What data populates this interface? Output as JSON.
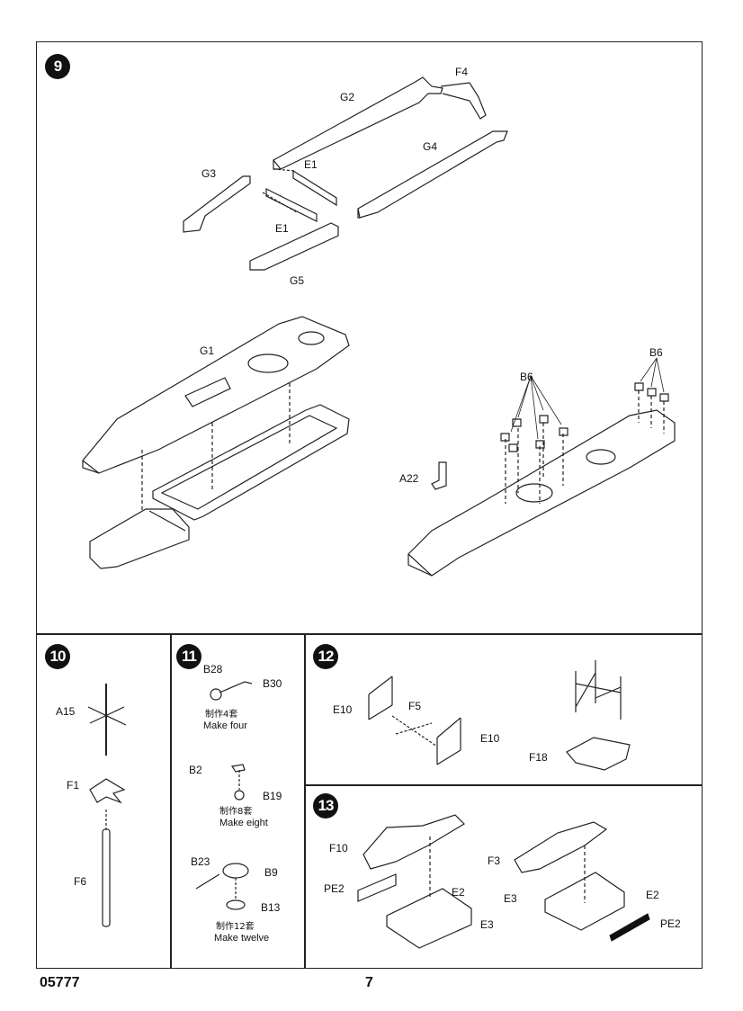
{
  "steps": {
    "s9": {
      "number": "9",
      "labels": {
        "g2": "G2",
        "f4": "F4",
        "e1_top": "E1",
        "g4": "G4",
        "g3": "G3",
        "e1_bottom": "E1",
        "g5": "G5",
        "g1": "G1",
        "b6_a": "B6",
        "b6_b": "B6",
        "a22": "A22"
      }
    },
    "s10": {
      "number": "10",
      "labels": {
        "a15": "A15",
        "f1": "F1",
        "f6": "F6"
      }
    },
    "s11": {
      "number": "11",
      "labels": {
        "b28": "B28",
        "b30": "B30",
        "b2": "B2",
        "b19": "B19",
        "b23": "B23",
        "b9": "B9",
        "b13": "B13"
      },
      "notes": {
        "four_cn": "制作4套",
        "four_en": "Make four",
        "eight_cn": "制作8套",
        "eight_en": "Make eight",
        "twelve_cn": "制作12套",
        "twelve_en": "Make twelve"
      }
    },
    "s12": {
      "number": "12",
      "labels": {
        "e10_left": "E10",
        "f5": "F5",
        "e10_right": "E10",
        "f18": "F18"
      }
    },
    "s13": {
      "number": "13",
      "labels": {
        "f10": "F10",
        "pe2_left": "PE2",
        "e2_left": "E2",
        "e3_left": "E3",
        "f3": "F3",
        "e3_right": "E3",
        "e2_right": "E2",
        "pe2_right": "PE2"
      }
    }
  },
  "footer": {
    "code": "05777",
    "page": "7"
  }
}
